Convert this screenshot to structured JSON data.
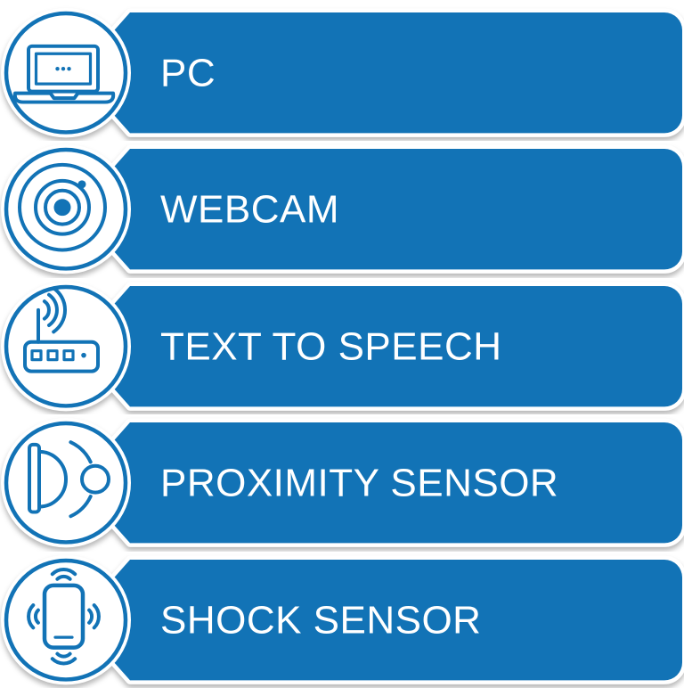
{
  "page": {
    "background_color": "#FFFFFF",
    "description": "Hardware components infographic list"
  },
  "colors": {
    "primary_blue": "#1273B6",
    "banner_fill": "#1273B6",
    "banner_stroke": "#FFFFFF",
    "label_text": "#FFFFFF",
    "circle_fill": "#FFFFFF",
    "icon_stroke": "#1273B6",
    "shadow": "rgba(0,0,0,0.28)"
  },
  "list": {
    "rows": [
      {
        "label": "PC",
        "icon": "laptop-icon"
      },
      {
        "label": "WEBCAM",
        "icon": "webcam-icon"
      },
      {
        "label": "TEXT TO SPEECH",
        "icon": "speech-router-icon"
      },
      {
        "label": "PROXIMITY SENSOR",
        "icon": "proximity-sensor-icon"
      },
      {
        "label": "SHOCK SENSOR",
        "icon": "shock-sensor-icon"
      }
    ]
  }
}
